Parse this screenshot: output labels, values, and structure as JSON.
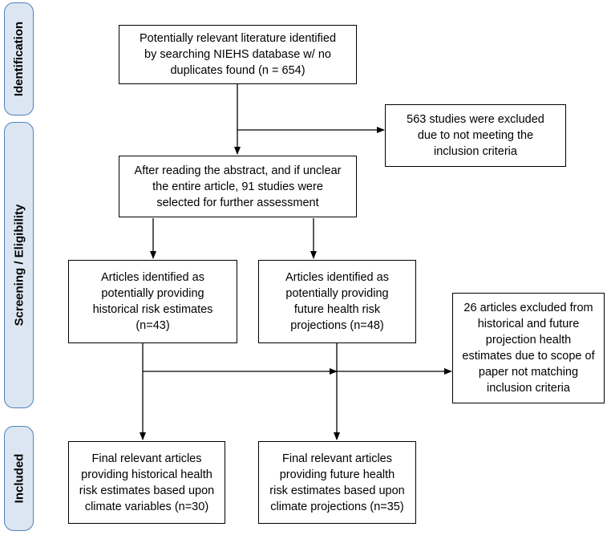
{
  "phases": {
    "identification": "Identification",
    "screening": "Screening / Eligibility",
    "included": "Included"
  },
  "boxes": {
    "identified": [
      "Potentially relevant literature identified",
      "by searching NIEHS database w/ no",
      "duplicates found (n = 654)"
    ],
    "excluded_first": [
      "563 studies were excluded",
      "due to not meeting the",
      "inclusion criteria"
    ],
    "screened": [
      "After reading the abstract, and if unclear",
      "the entire article, 91 studies were",
      "selected for further assessment"
    ],
    "historical": [
      "Articles identified as",
      "potentially providing",
      "historical risk estimates",
      "(n=43)"
    ],
    "future": [
      "Articles identified as",
      "potentially providing",
      "future health risk",
      "projections (n=48)"
    ],
    "excluded_second": [
      "26 articles excluded from",
      "historical and future",
      "projection health",
      "estimates due to scope of",
      "paper not matching",
      "inclusion criteria"
    ],
    "final_historical": [
      "Final relevant articles",
      "providing historical health",
      "risk estimates based upon",
      "climate variables (n=30)"
    ],
    "final_future": [
      "Final relevant articles",
      "providing future health",
      "risk estimates based upon",
      "climate projections (n=35)"
    ]
  }
}
